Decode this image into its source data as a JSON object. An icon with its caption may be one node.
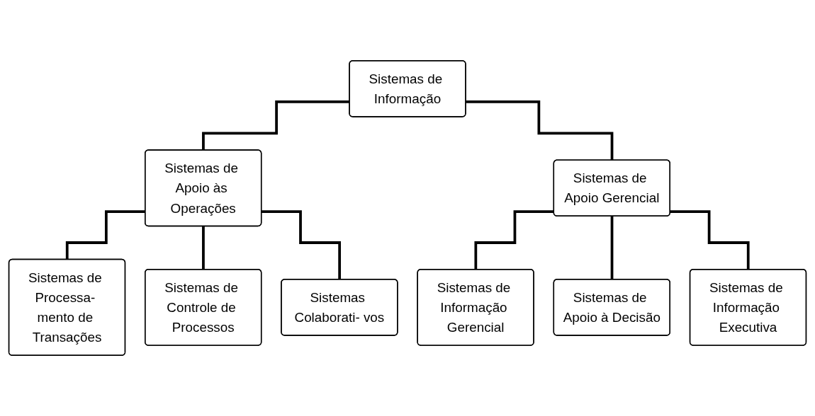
{
  "diagram": {
    "nodes": [
      {
        "text": [
          "Sistemas de Informação"
        ]
      },
      {
        "text": [
          "Sistemas de Apoio às Operações"
        ]
      },
      {
        "text": [
          "Sistemas de Apoio Gerencial"
        ]
      },
      {
        "text": [
          "Sistemas de Processa- mento de Transações"
        ]
      },
      {
        "text": [
          "Sistemas de Controle de Processos"
        ]
      },
      {
        "text": [
          "Sistemas Colaborati- vos"
        ]
      },
      {
        "text": [
          "Sistemas de Informação Gerencial"
        ]
      },
      {
        "text": [
          "Sistemas de Apoio à Decisão"
        ]
      },
      {
        "text": [
          "Sistemas de Informação Executiva"
        ]
      }
    ],
    "edges": [
      {
        "from": 0,
        "to": 1,
        "arrow": "none"
      },
      {
        "from": 0,
        "to": 2,
        "arrow": "none"
      },
      {
        "from": 1,
        "to": 3,
        "arrow": "none"
      },
      {
        "from": 1,
        "to": 4,
        "arrow": "none"
      },
      {
        "from": 1,
        "to": 5,
        "arrow": "none"
      },
      {
        "from": 2,
        "to": 6,
        "arrow": "none"
      },
      {
        "from": 2,
        "to": 7,
        "arrow": "none"
      },
      {
        "from": 2,
        "to": 8,
        "arrow": "none"
      }
    ]
  }
}
